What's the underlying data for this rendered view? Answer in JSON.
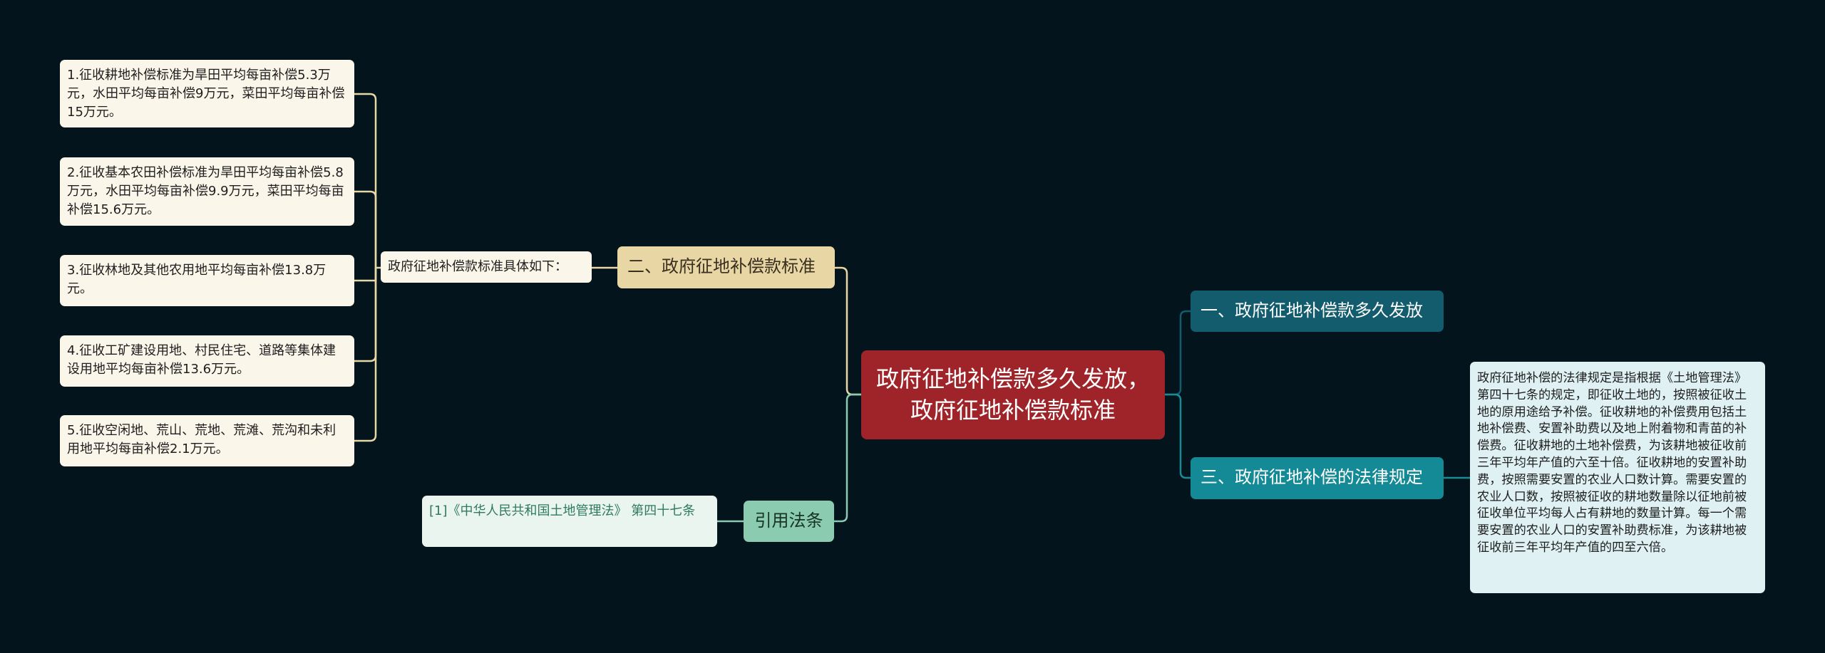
{
  "root": {
    "title": "政府征地补偿款多久发放，政府征地补偿款标准"
  },
  "right_branches": {
    "release_time": {
      "label": "一、政府征地补偿款多久发放"
    },
    "legal_rules": {
      "label": "三、政府征地补偿的法律规定",
      "detail": "政府征地补偿的法律规定是指根据《土地管理法》第四十七条的规定，即征收土地的，按照被征收土地的原用途给予补偿。征收耕地的补偿费用包括土地补偿费、安置补助费以及地上附着物和青苗的补偿费。征收耕地的土地补偿费，为该耕地被征收前三年平均年产值的六至十倍。征收耕地的安置补助费，按照需要安置的农业人口数计算。需要安置的农业人口数，按照被征收的耕地数量除以征地前被征收单位平均每人占有耕地的数量计算。每一个需要安置的农业人口的安置补助费标准，为该耕地被征收前三年平均年产值的四至六倍。"
    }
  },
  "left_branches": {
    "standards": {
      "label": "二、政府征地补偿款标准",
      "intro": "政府征地补偿款标准具体如下：",
      "items": [
        "1.征收耕地补偿标准为旱田平均每亩补偿5.3万元，水田平均每亩补偿9万元，菜田平均每亩补偿15万元。",
        "2.征收基本农田补偿标准为旱田平均每亩补偿5.8万元，水田平均每亩补偿9.9万元，菜田平均每亩补偿15.6万元。",
        "3.征收林地及其他农用地平均每亩补偿13.8万元。",
        "4.征收工矿建设用地、村民住宅、道路等集体建设用地平均每亩补偿13.6万元。",
        "5.征收空闲地、荒山、荒地、荒滩、荒沟和未利用地平均每亩补偿2.1万元。"
      ]
    },
    "citation": {
      "label": "引用法条",
      "ref": "[1]《中华人民共和国土地管理法》 第四十七条"
    }
  },
  "colors": {
    "background": "#03141d",
    "root": "#9e2429",
    "branch_dark_teal": "#135c6e",
    "branch_teal": "#138a95",
    "branch_beige": "#e8d6a4",
    "branch_green": "#8bcbb0",
    "connector_left": "#e8d6a4",
    "connector_right": "#1a7a88"
  }
}
